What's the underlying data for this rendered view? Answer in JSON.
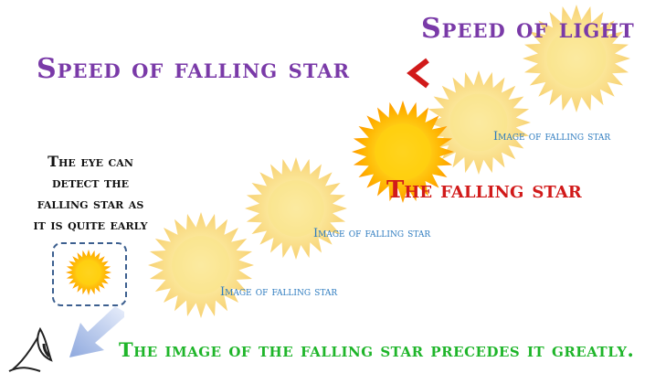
{
  "title_light": "Speed of light",
  "title_falling": "Speed of falling star",
  "comparison_symbol": "<",
  "eye_note": [
    "The eye can",
    "detect the",
    "falling star as",
    "it is quite early"
  ],
  "image_label": "Image of falling star",
  "falling_star_label": "The falling star",
  "conclusion": "The image of the falling star precedes it greatly.",
  "colors": {
    "purple": "#7a3aa8",
    "red": "#d11a1a",
    "blue_label": "#2d7bbf",
    "green": "#1fb52a",
    "sun_core": "#ffd21a",
    "sun_faded": "#f9e27a",
    "arrow": "#8fa9de"
  },
  "icons": [
    "sun-icon",
    "eye-icon",
    "arrow-icon"
  ]
}
